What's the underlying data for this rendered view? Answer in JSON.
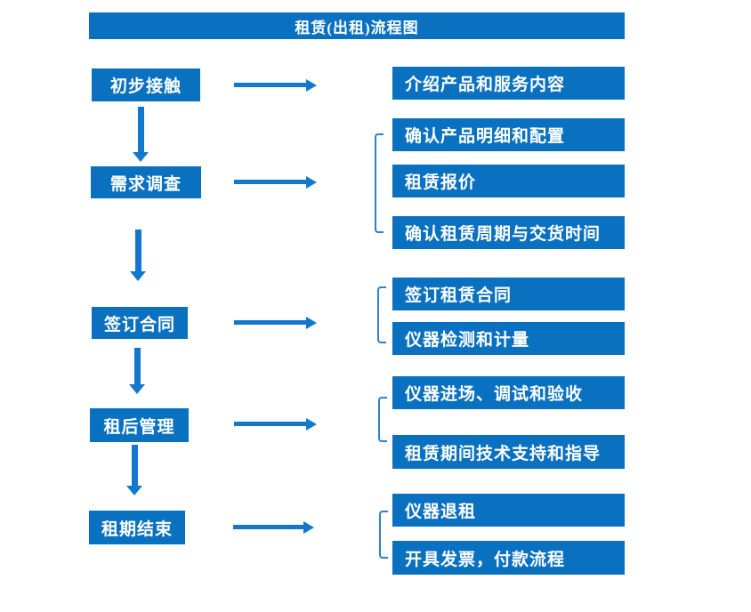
{
  "title": "租赁(出租)流程图",
  "colors": {
    "box_blue": "#0a71c0",
    "arrow_blue": "#1377cd",
    "bracket_blue": "#2f81ca",
    "text_white": "#ffffff"
  },
  "steps": [
    {
      "label": "初步接触",
      "outputs": [
        "介绍产品和服务内容"
      ]
    },
    {
      "label": "需求调查",
      "outputs": [
        "确认产品明细和配置",
        "租赁报价",
        "确认租赁周期与交货时间"
      ]
    },
    {
      "label": "签订合同",
      "outputs": [
        "签订租赁合同",
        "仪器检测和计量"
      ]
    },
    {
      "label": "租后管理",
      "outputs": [
        "仪器进场、调试和验收",
        "租赁期间技术支持和指导"
      ]
    },
    {
      "label": "租期结束",
      "outputs": [
        "仪器退租",
        "开具发票，付款流程"
      ]
    }
  ]
}
